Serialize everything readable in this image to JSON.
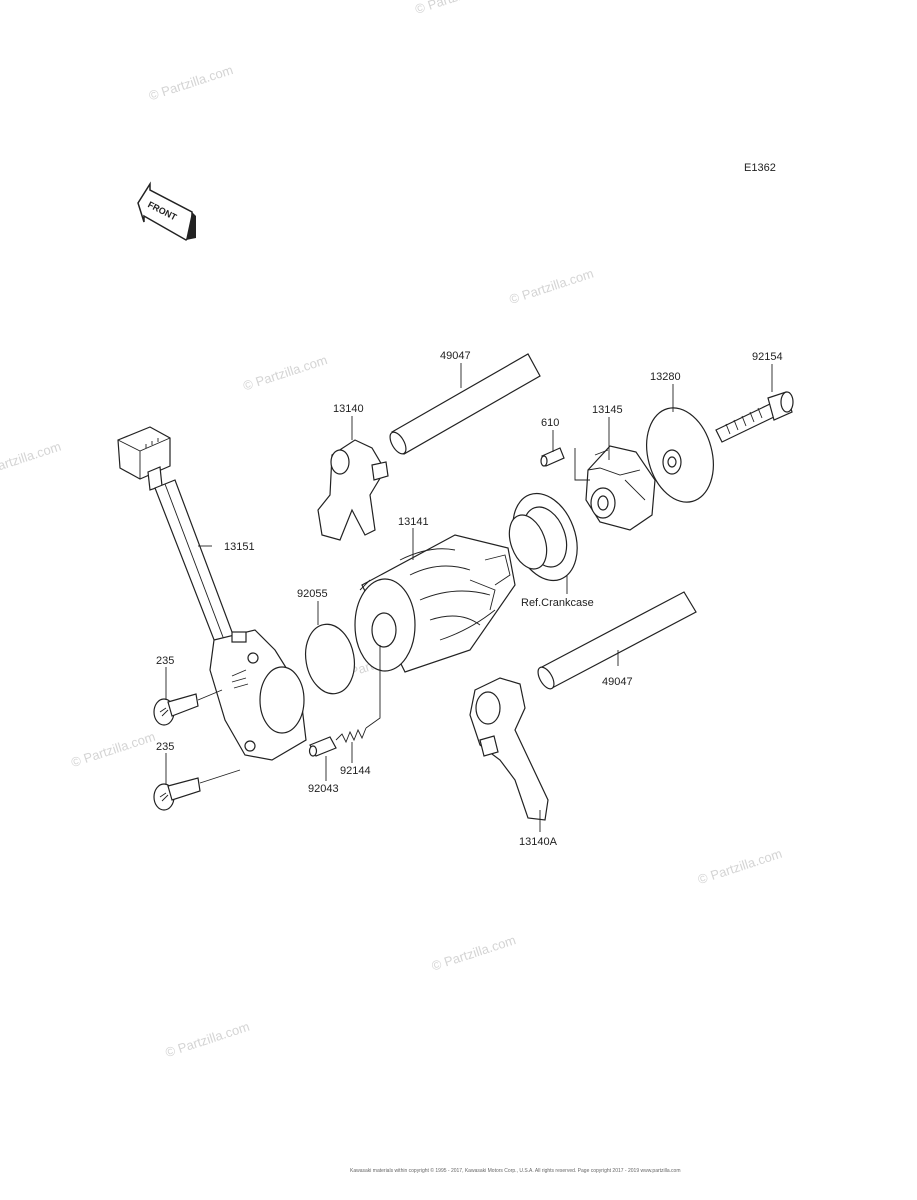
{
  "diagram": {
    "code": "E1362",
    "front_label": "FRONT",
    "labels": {
      "shaft_top": "49047",
      "fork_top": "13140",
      "pin_610": "610",
      "cam_13145": "13145",
      "plate_13280": "13280",
      "bolt_92154": "92154",
      "sensor_13151": "13151",
      "drum_13141": "13141",
      "oring_92055": "92055",
      "ref_crankcase": "Ref.Crankcase",
      "shaft_bottom": "49047",
      "screw_upper": "235",
      "screw_lower": "235",
      "spring_92144": "92144",
      "pin_92043": "92043",
      "fork_bottom": "13140A"
    },
    "watermark": "© Partzilla.com",
    "copyright": "Kawasaki materials within copyright © 1995 - 2017, Kawasaki Motors Corp., U.S.A. All rights reserved. Page copyright 2017 - 2019 www.partzilla.com"
  }
}
